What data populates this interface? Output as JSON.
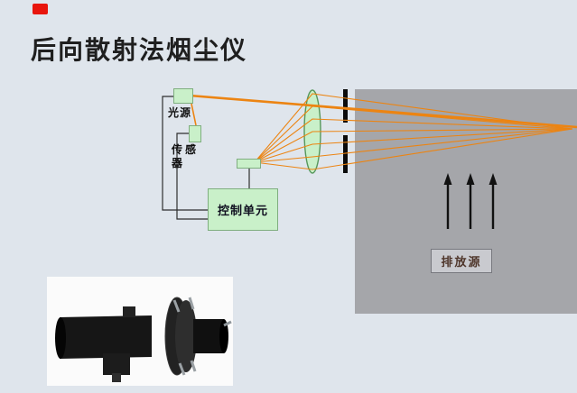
{
  "title": "后向散射法烟尘仪",
  "schematic": {
    "light_source": "光源",
    "sensor_line1": "传 感",
    "sensor_line2": "器",
    "control_unit": "控制单元",
    "emission_source": "排放源"
  },
  "colors": {
    "background": "#dfe5ec",
    "component_green": "#c9f0c9",
    "beam_orange": "#ec8412",
    "duct_gray": "#a5a6aa",
    "corner_tag_red": "#e8150d"
  }
}
